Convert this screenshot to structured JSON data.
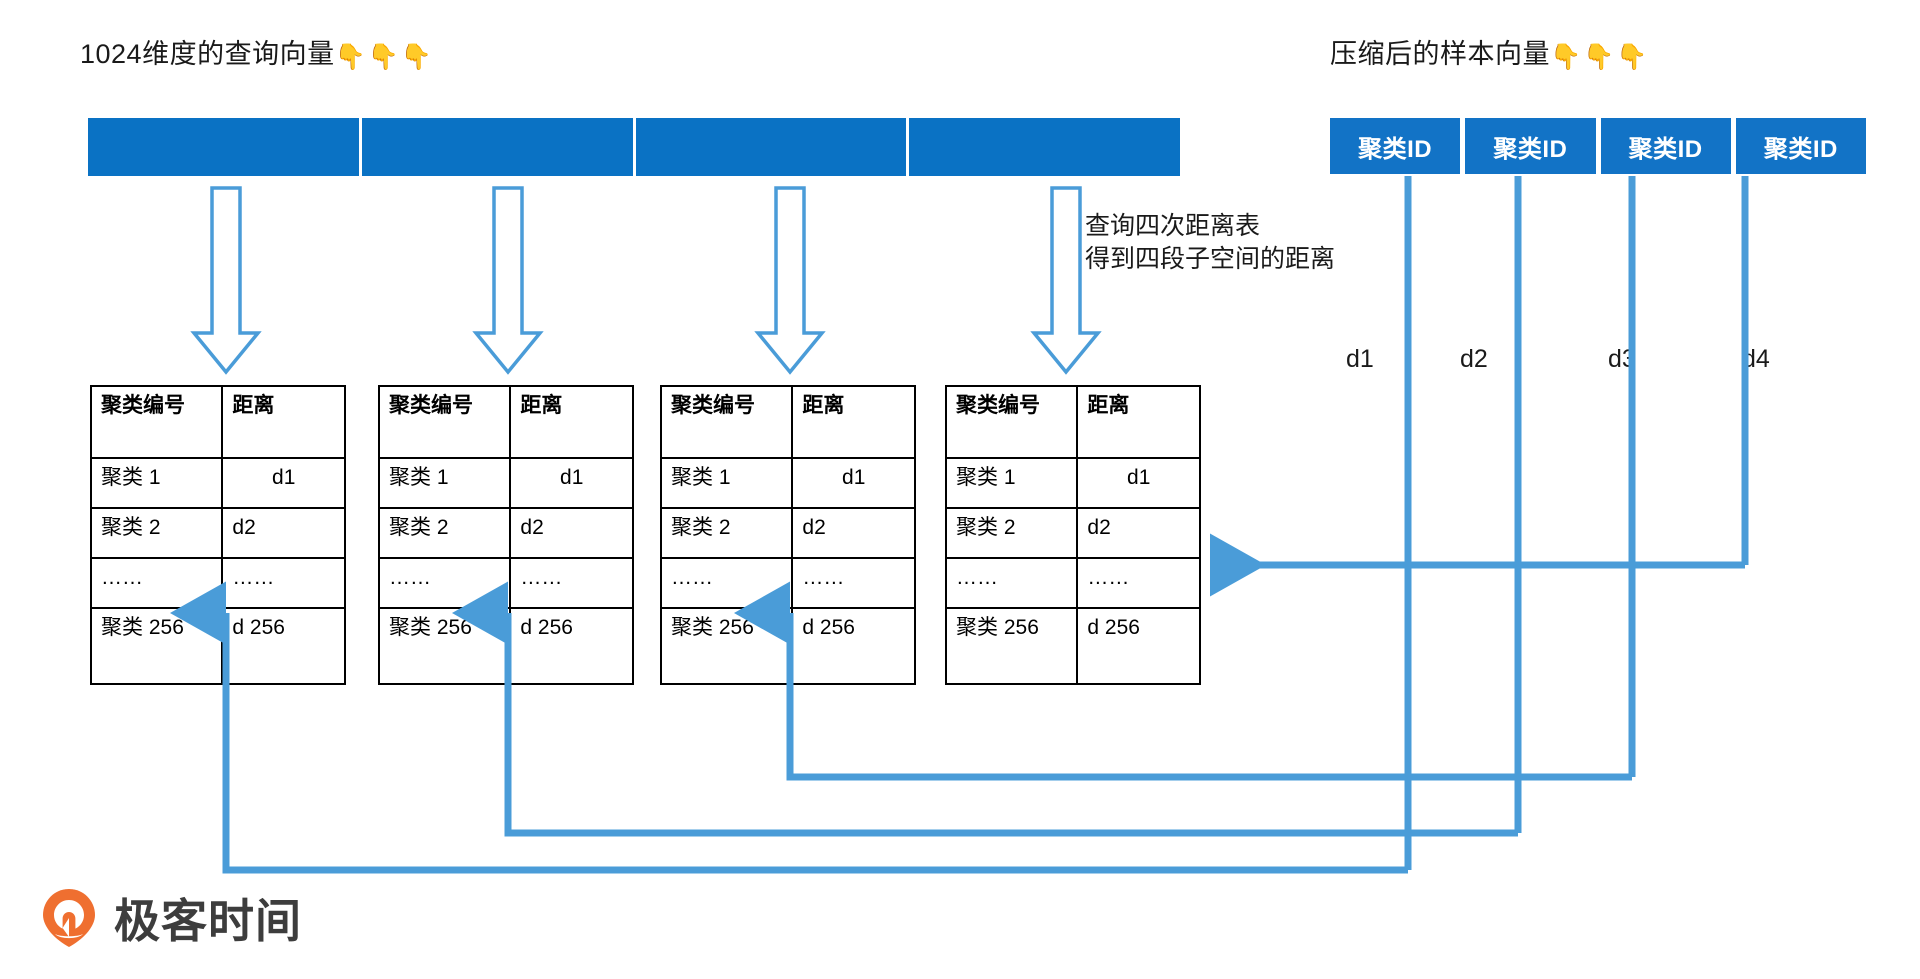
{
  "titles": {
    "left": "1024维度的查询向量",
    "left_emoji": "👇👇👇",
    "right": "压缩后的样本向量",
    "right_emoji": "👇👇👇"
  },
  "query_vector": {
    "label": "1024维度的查询向量",
    "segment_count": 4,
    "segment_color": "#0a72c4"
  },
  "compressed_vector": {
    "label": "压缩后的样本向量",
    "boxes": [
      {
        "label": "聚类ID"
      },
      {
        "label": "聚类ID"
      },
      {
        "label": "聚类ID"
      },
      {
        "label": "聚类ID"
      }
    ],
    "box_color": "#1273c6"
  },
  "annotation": {
    "line1": "查询四次距离表",
    "line2": "得到四段子空间的距离"
  },
  "distance_labels": [
    {
      "text": "d1"
    },
    {
      "text": "d2"
    },
    {
      "text": "d3"
    },
    {
      "text": "d4"
    }
  ],
  "tables": {
    "headers": [
      "聚类编号",
      "距离"
    ],
    "rows": [
      {
        "cluster": "聚类 1",
        "distance": "d1"
      },
      {
        "cluster": "聚类 2",
        "distance": "d2"
      },
      {
        "cluster": "……",
        "distance": "……"
      },
      {
        "cluster": "聚类 256",
        "distance": "d 256"
      }
    ],
    "count": 4
  },
  "colors": {
    "bar_blue": "#0a72c4",
    "id_blue": "#1273c6",
    "connector_blue": "#4a9cd8",
    "arrow_outline": "#4a9cd8",
    "logo_orange": "#ef6f30",
    "logo_text": "#3d3d3d",
    "table_border": "#000000",
    "text": "#1a1a1a"
  },
  "logo": {
    "text": "极客时间",
    "mark": "geektime-logo-icon"
  }
}
